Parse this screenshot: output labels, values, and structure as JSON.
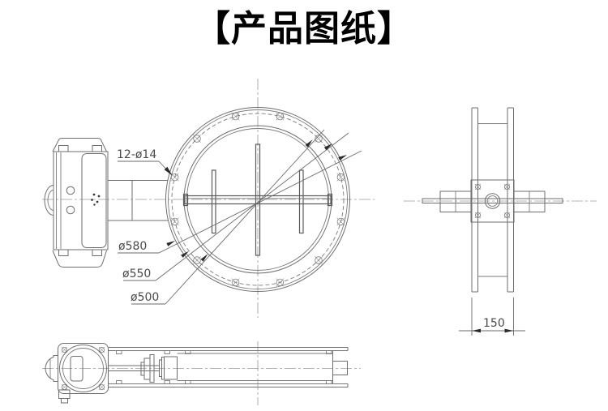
{
  "title": "【产品图纸】",
  "views": {
    "front": {
      "dimensions": {
        "bolt_holes": "12-ø14",
        "outer_diameter": "ø580",
        "bolt_circle_diameter": "ø550",
        "inner_diameter": "ø500"
      },
      "bolt_hole_count": 12
    },
    "side": {
      "width_dimension": "150"
    }
  },
  "colors": {
    "background": "#ffffff",
    "line": "#6e6e6e",
    "centerline": "#9a9a9a",
    "dimension_text": "#4a4a4a",
    "title_text": "#000000"
  }
}
